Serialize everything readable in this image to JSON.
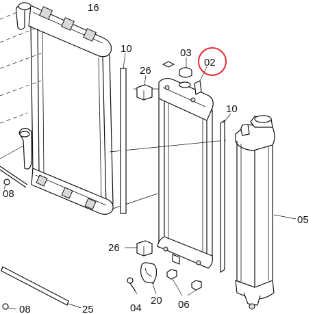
{
  "callouts": {
    "c16": "16",
    "c10a": "10",
    "c26a": "26",
    "c03": "03",
    "c02": "02",
    "c10b": "10",
    "c08a": "08",
    "c05": "05",
    "c26b": "26",
    "c20": "20",
    "c04": "04",
    "c06": "06",
    "c08b": "08",
    "c25": "25"
  },
  "highlight_color": "#e3292f"
}
